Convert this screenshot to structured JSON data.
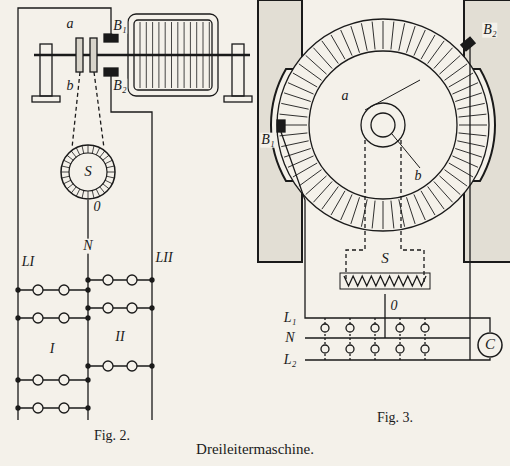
{
  "diagram": {
    "caption": "Dreileitermaschine.",
    "nodes": [
      {
        "text": [
          "S"
        ]
      },
      {
        "text": [
          "S"
        ]
      },
      {
        "text": [
          "C"
        ]
      }
    ],
    "labels": [
      "a",
      "b",
      "B₁",
      "B₂",
      "0",
      "N",
      "LI",
      "LII",
      "I",
      "II",
      "Fig. 2.",
      "a",
      "b",
      "B₁",
      "B₂",
      "0",
      "L₁",
      "N",
      "L₂",
      "Fig. 3."
    ]
  }
}
